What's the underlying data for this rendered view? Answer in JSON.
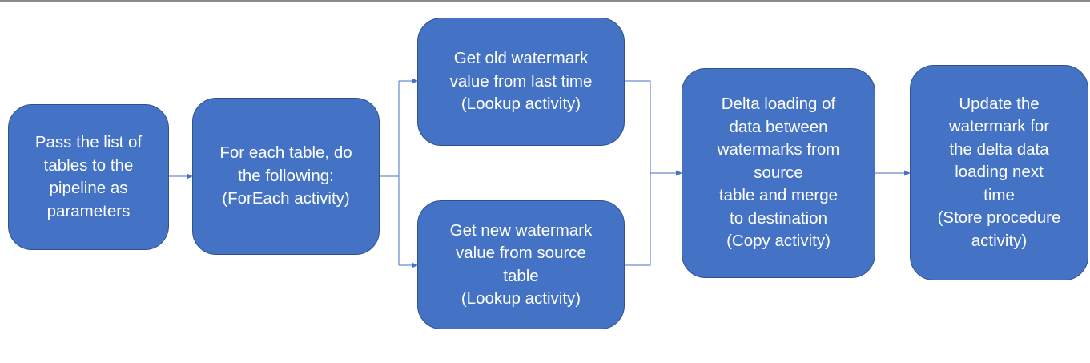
{
  "colors": {
    "box_fill": "#4472c4",
    "box_border": "#2f528f",
    "box_text": "#ffffff",
    "connector": "#4472c4"
  },
  "diagram": {
    "type": "flowchart",
    "steps": [
      {
        "id": "pass-tables",
        "lines": [
          "Pass the list of",
          "tables to the",
          "pipeline as",
          "parameters"
        ]
      },
      {
        "id": "foreach",
        "lines": [
          "For each table, do",
          "the following:",
          "(ForEach activity)"
        ]
      },
      {
        "id": "old-watermark",
        "lines": [
          "Get old watermark",
          "value from last time",
          "(Lookup activity)"
        ]
      },
      {
        "id": "new-watermark",
        "lines": [
          "Get new watermark",
          "value from source",
          "table",
          "(Lookup activity)"
        ]
      },
      {
        "id": "delta-copy",
        "lines": [
          "Delta loading of",
          "data between",
          "watermarks from",
          "source",
          "table and merge",
          "to destination",
          "(Copy activity)"
        ]
      },
      {
        "id": "update-watermark",
        "lines": [
          "Update the",
          "watermark for",
          "the delta data",
          "loading next",
          "time",
          "(Store procedure",
          "activity)"
        ]
      }
    ],
    "edges": [
      {
        "from": "pass-tables",
        "to": "foreach"
      },
      {
        "from": "foreach",
        "to": "old-watermark"
      },
      {
        "from": "foreach",
        "to": "new-watermark"
      },
      {
        "from": "old-watermark",
        "to": "delta-copy"
      },
      {
        "from": "new-watermark",
        "to": "delta-copy"
      },
      {
        "from": "delta-copy",
        "to": "update-watermark"
      }
    ]
  }
}
